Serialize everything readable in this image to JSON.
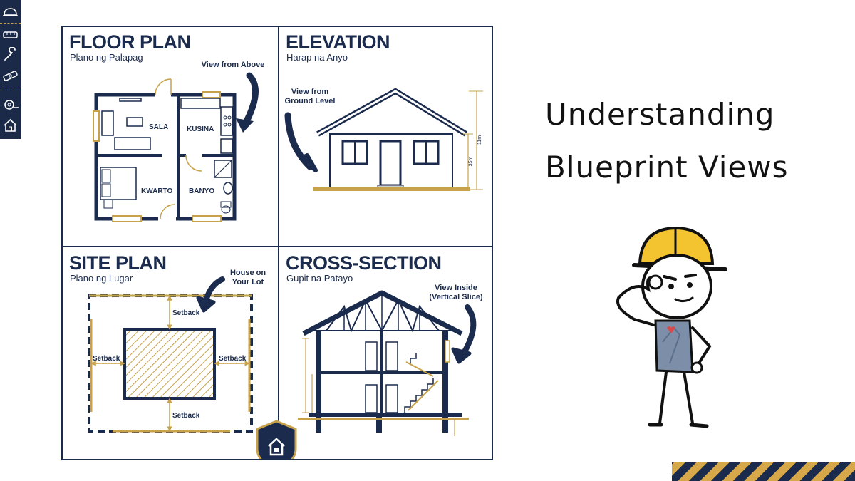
{
  "heading": {
    "line1": "Understanding",
    "line2": "Blueprint Views"
  },
  "colors": {
    "navy": "#1b2b4d",
    "gold": "#c8a24a",
    "toolbar_bg": "#1c2a4a",
    "stripe_gold": "#d6a84a"
  },
  "toolbar": {
    "icons": [
      "hardhat-icon",
      "ruler-icon",
      "wrench-icon",
      "level-icon",
      "tape-measure-icon",
      "house-icon"
    ]
  },
  "panels": {
    "floor_plan": {
      "title": "FLOOR PLAN",
      "subtitle": "Plano ng Palapag",
      "note": "View from Above",
      "rooms": {
        "sala": "SALA",
        "kusina": "KUSINA",
        "kwarto": "KWARTO",
        "banyo": "BANYO"
      }
    },
    "elevation": {
      "title": "ELEVATION",
      "subtitle": "Harap na Anyo",
      "note_line1": "View from",
      "note_line2": "Ground Level",
      "dim_short": "35m",
      "dim_tall": "11m"
    },
    "site_plan": {
      "title": "SITE PLAN",
      "subtitle": "Plano ng Lugar",
      "note_line1": "House on",
      "note_line2": "Your Lot",
      "setback_top": "Setback",
      "setback_left": "Setback",
      "setback_right": "Setback",
      "setback_bottom": "Setback"
    },
    "cross_section": {
      "title": "CROSS-SECTION",
      "subtitle": "Gupit na Patayo",
      "note_line1": "View Inside",
      "note_line2": "(Vertical Slice)"
    }
  },
  "emblem": {
    "icon": "shield-house-icon"
  },
  "character": {
    "icon": "construction-worker-saluting"
  }
}
